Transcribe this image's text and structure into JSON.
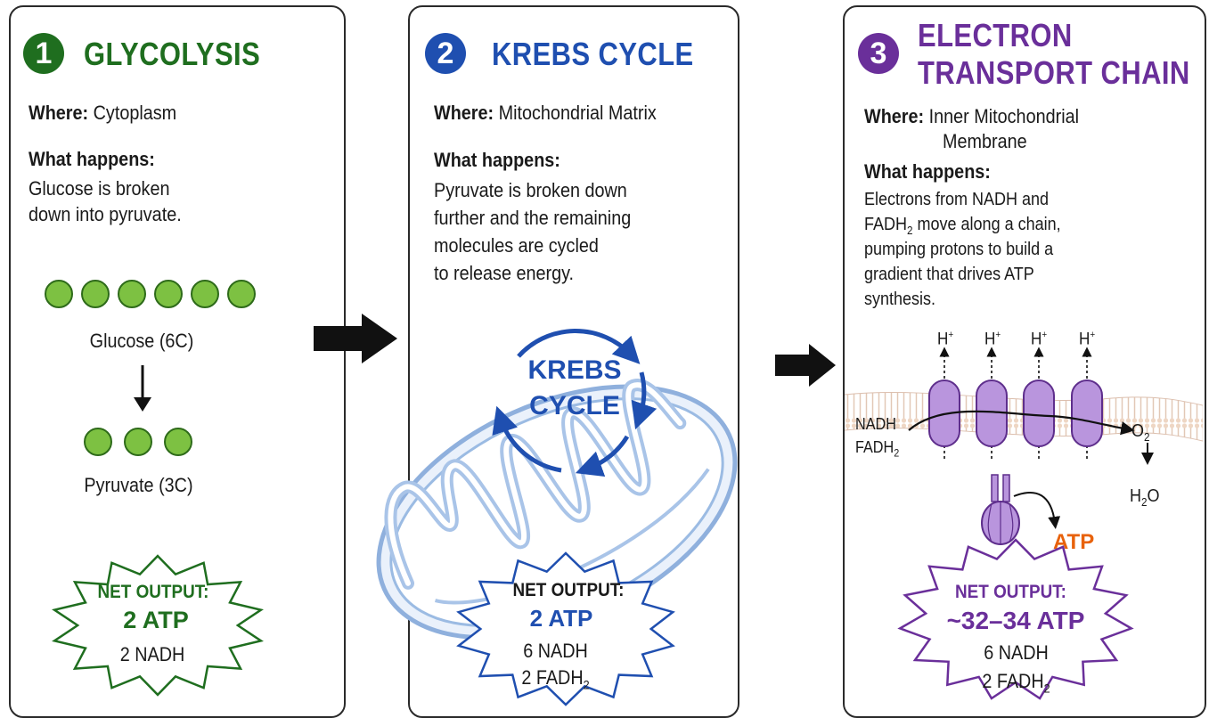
{
  "colors": {
    "glycolysis": "#1f6e1f",
    "krebs": "#1f4fb0",
    "etc": "#6a2f9a",
    "atp_orange": "#e8620c",
    "molecule_green": "#7dc142",
    "protein_purple": "#b995dd"
  },
  "stages": [
    {
      "number": "1",
      "title": "GLYCOLYSIS",
      "where_label": "Where:",
      "where_value": "Cytoplasm",
      "what_label": "What happens:",
      "what_lines": [
        "Glucose is broken",
        "down into pyruvate."
      ],
      "glucose_label": "Glucose (6C)",
      "pyruvate_label": "Pyruvate (3C)",
      "glucose_carbons": 6,
      "pyruvate_carbons": 3,
      "output_title": "NET OUTPUT:",
      "output_main": "2 ATP",
      "output_items": [
        "2 NADH"
      ]
    },
    {
      "number": "2",
      "title": "KREBS CYCLE",
      "where_label": "Where:",
      "where_value": "Mitochondrial Matrix",
      "what_label": "What happens:",
      "what_lines": [
        "Pyruvate is broken down",
        "further and the remaining",
        "molecules are cycled",
        "to release energy."
      ],
      "cycle_lines": [
        "KREBS",
        "CYCLE"
      ],
      "output_title": "NET OUTPUT:",
      "output_main": "2 ATP",
      "output_items": [
        "6 NADH",
        "2 FADH"
      ],
      "output_subs": [
        "",
        "2"
      ]
    },
    {
      "number": "3",
      "title_lines": [
        "ELECTRON",
        "TRANSPORT CHAIN"
      ],
      "where_label": "Where:",
      "where_lines": [
        "Inner Mitochondrial",
        "Membrane"
      ],
      "what_label": "What happens:",
      "what_line1": "Electrons from NADH and",
      "what_line2_pre": "FADH",
      "what_line2_sub": "2",
      "what_line2_post": " move along a chain,",
      "what_lines_rest": [
        "pumping protons to build a",
        "gradient that drives ATP",
        "synthesis."
      ],
      "proton_label": "H",
      "proton_sup": "+",
      "nadh_label": "NADH",
      "fadh_label": "FADH",
      "fadh_sub": "2",
      "oxygen_label": "O",
      "oxygen_sub": "2",
      "water_pre": "H",
      "water_sub": "2",
      "water_post": "O",
      "atp_label": "ATP",
      "output_title": "NET OUTPUT:",
      "output_main": "~32–34 ATP",
      "output_items": [
        "6 NADH",
        "2 FADH"
      ],
      "output_subs": [
        "",
        "2"
      ]
    }
  ]
}
